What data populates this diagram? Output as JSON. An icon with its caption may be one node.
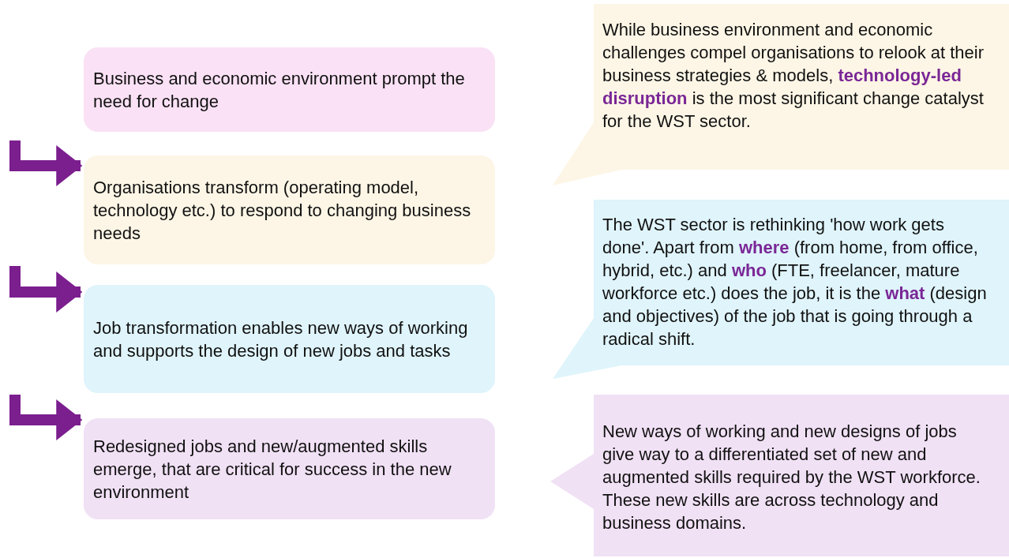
{
  "diagram": {
    "nodes": [
      {
        "text": [
          "Business and economic environment prompt the need for change"
        ]
      },
      {
        "text": [
          "Organisations transform (operating model, technology etc.) to respond to changing business needs"
        ]
      },
      {
        "text": [
          "Job transformation enables new ways of working and supports the design of new jobs and tasks"
        ]
      },
      {
        "text": [
          "Redesigned jobs and new/augmented skills emerge, that are critical for success in the new environment"
        ]
      },
      {
        "text": [
          "While business environment and economic challenges compel organisations to relook at their business strategies & models, **technology-led disruption** is the most significant change catalyst for the WST sector."
        ]
      },
      {
        "text": [
          "The WST sector is rethinking 'how work gets done'. Apart from **where** (from home, from office, hybrid, etc.) and **who** (FTE, freelancer, mature workforce etc.) does the job, it is the **what** (design and objectives) of the job that is going through a radical shift."
        ]
      },
      {
        "text": [
          "New ways of working and new designs of jobs give way to a differentiated set of new and augmented skills required by the WST workforce. These new skills are across technology and business domains."
        ]
      }
    ],
    "edges": [
      {
        "from": null,
        "to": 1,
        "arrow": "to"
      },
      {
        "from": null,
        "to": 2,
        "arrow": "to"
      },
      {
        "from": null,
        "to": 3,
        "arrow": "to"
      }
    ]
  }
}
